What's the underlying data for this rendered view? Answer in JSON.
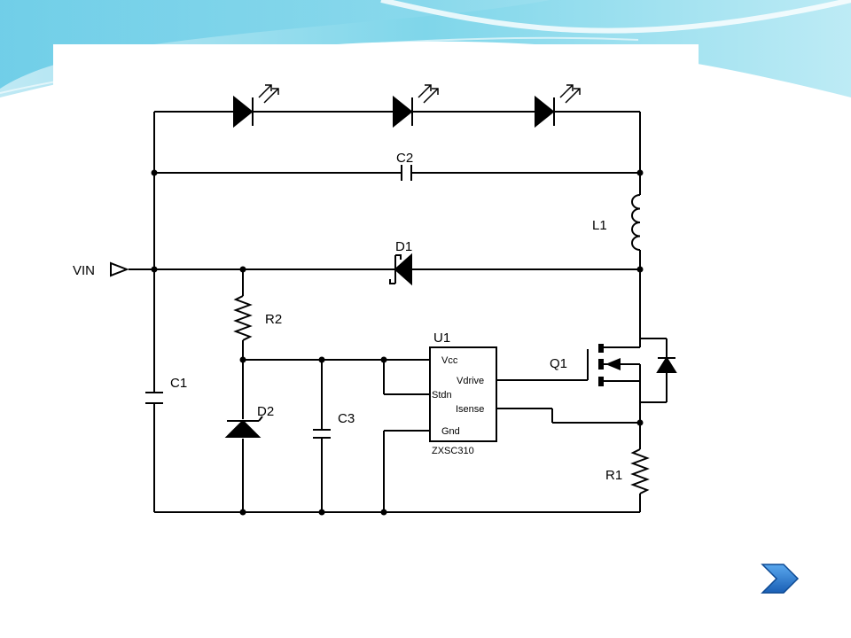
{
  "slide": {
    "background_accent": "#5fcde8",
    "panel_color": "#ffffff",
    "nav_button_color": "#1f6fc7",
    "nav_icon": "chevron-right-icon"
  },
  "schematic": {
    "labels": {
      "vin": "VIN",
      "c1": "C1",
      "c2": "C2",
      "c3": "C3",
      "d1": "D1",
      "d2": "D2",
      "l1": "L1",
      "r1": "R1",
      "r2": "R2",
      "q1": "Q1",
      "u1": "U1"
    },
    "ic": {
      "part": "ZXSC310",
      "pins": {
        "vcc": "Vcc",
        "vdrive": "Vdrive",
        "stdn": "Stdn",
        "isense": "Isense",
        "gnd": "Gnd"
      }
    },
    "led_count": 3
  }
}
